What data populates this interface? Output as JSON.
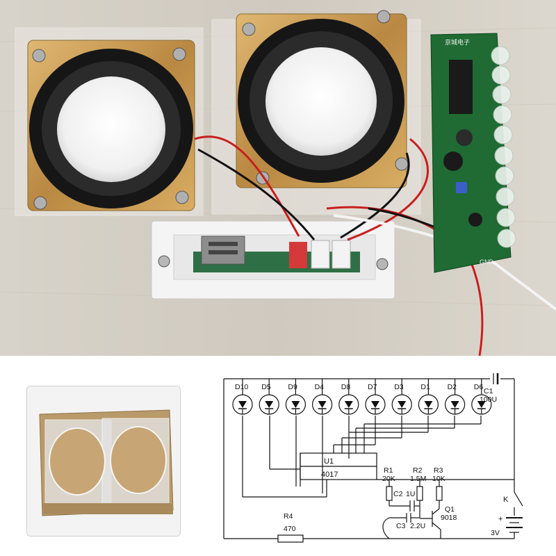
{
  "board": {
    "brand": "京城电子",
    "gnd_label": "GND"
  },
  "schematic": {
    "leds": [
      "D10",
      "D5",
      "D9",
      "D4",
      "D8",
      "D7",
      "D3",
      "D1",
      "D2",
      "D6"
    ],
    "c1": {
      "name": "C1",
      "value": "100U"
    },
    "u1": {
      "name": "U1",
      "part": "4017"
    },
    "r1": {
      "name": "R1",
      "value": "20K"
    },
    "r2": {
      "name": "R2",
      "value": "1.5M"
    },
    "r3": {
      "name": "R3",
      "value": "10K"
    },
    "c2": {
      "name": "C2",
      "value": "1U"
    },
    "c3": {
      "name": "C3",
      "value": "2.2U"
    },
    "q1": {
      "name": "Q1",
      "part": "9018"
    },
    "r4": {
      "name": "R4",
      "value": "470"
    },
    "switch": "K",
    "battery": {
      "plus": "+",
      "value": "3V"
    }
  },
  "colors": {
    "pcb": "#1f6b33",
    "speaker_frame": "#c79a52",
    "wire_red": "#c81e1e",
    "wire_black": "#111111"
  }
}
